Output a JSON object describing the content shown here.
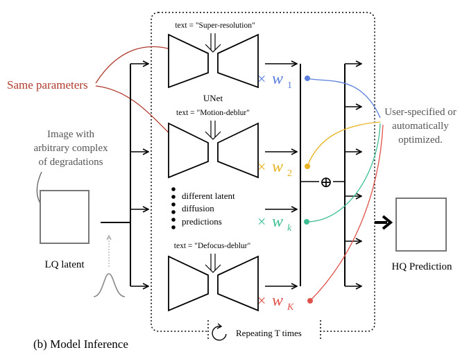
{
  "figure": {
    "caption": "(b) Model Inference",
    "repeat_label": "Repeating T times"
  },
  "left": {
    "same_parameters": "Same parameters",
    "image_desc": [
      "Image with",
      "arbitrary complex",
      "of degradations"
    ],
    "lq_label": "LQ latent"
  },
  "unets": [
    {
      "prompt": "text = \"Super-resolution\"",
      "label": "UNet"
    },
    {
      "prompt": "text = \"Motion-deblur\"",
      "label": ""
    },
    {
      "prompt": "text = \"Defocus-deblur\"",
      "label": ""
    }
  ],
  "middle": {
    "latent_note": [
      "different latent",
      "diffusion",
      "predictions"
    ]
  },
  "weights": [
    {
      "prefix": "×",
      "symbol": "w",
      "sub": "1",
      "color": "#5b7fdc"
    },
    {
      "prefix": "×",
      "symbol": "w",
      "sub": "2",
      "color": "#e8b320"
    },
    {
      "prefix": "×",
      "symbol": "w",
      "sub": "k",
      "color": "#3ebf93"
    },
    {
      "prefix": "×",
      "symbol": "w",
      "sub": "K",
      "color": "#e0514a"
    }
  ],
  "right": {
    "user_spec": [
      "User-specified or",
      "automatically",
      "optimized."
    ],
    "hq_label": "HQ Prediction",
    "sum_symbol": "⊕"
  },
  "colors": {
    "same_param": "#b03a2e",
    "gray_text": "#555555",
    "line": "#000000"
  }
}
